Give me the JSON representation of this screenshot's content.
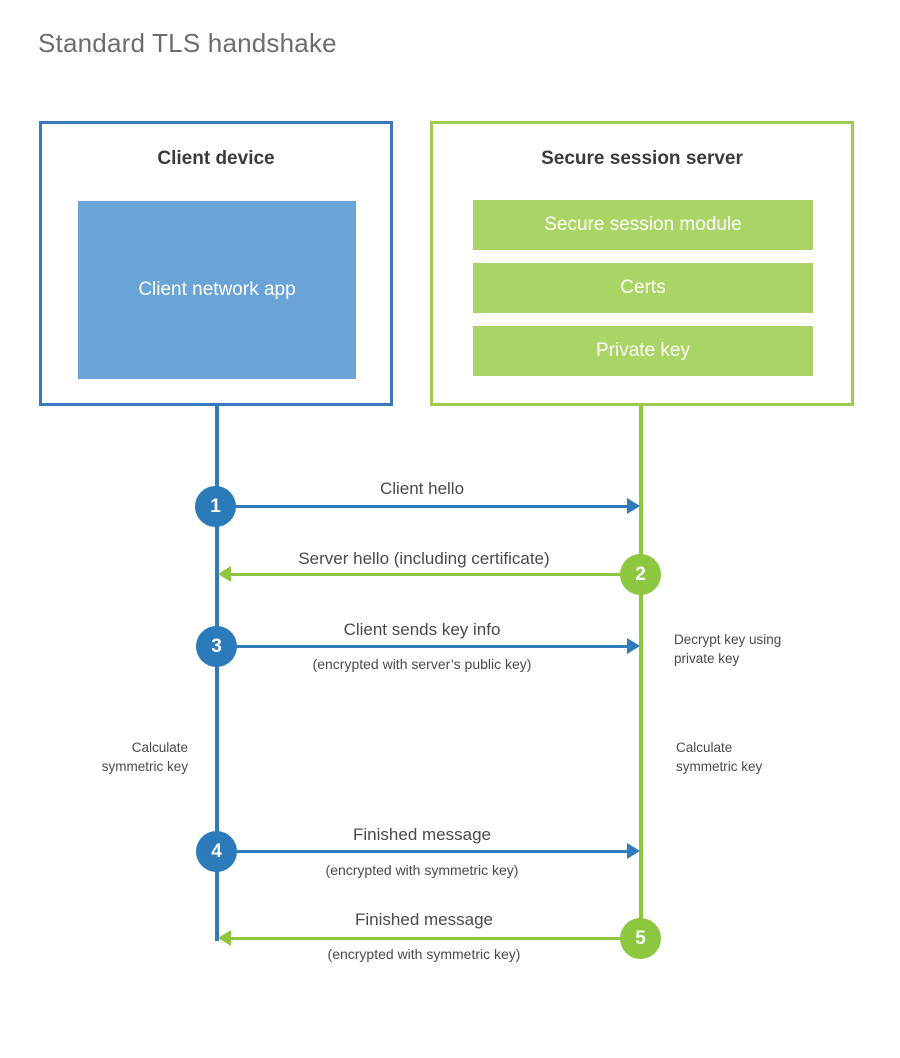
{
  "title": "Standard TLS handshake",
  "colors": {
    "client_border": "#3b78bd",
    "client_app_fill": "#6aa4d6",
    "server_border": "#9fcc50",
    "server_bar_fill": "#aad465",
    "client_line": "#2f7cbc",
    "server_line": "#8dc63f",
    "client_circle": "#2b7ab9",
    "server_circle": "#8dc63f",
    "title_text": "#6d6d6d",
    "body_text": "#4a4a4a",
    "heading_text": "#3b3b3b",
    "background": "#ffffff"
  },
  "client": {
    "heading": "Client device",
    "app_label": "Client network app"
  },
  "server": {
    "heading": "Secure session server",
    "components": [
      {
        "label": "Secure session module"
      },
      {
        "label": "Certs"
      },
      {
        "label": "Private key"
      }
    ]
  },
  "steps": [
    {
      "number": "1",
      "side": "client",
      "direction": "to-server",
      "label": "Client hello",
      "sublabel": ""
    },
    {
      "number": "2",
      "side": "server",
      "direction": "to-client",
      "label": "Server hello (including certificate)",
      "sublabel": ""
    },
    {
      "number": "3",
      "side": "client",
      "direction": "to-server",
      "label": "Client sends key info",
      "sublabel": "(encrypted with server’s public key)"
    },
    {
      "number": "4",
      "side": "client",
      "direction": "to-server",
      "label": "Finished message",
      "sublabel": "(encrypted with symmetric key)"
    },
    {
      "number": "5",
      "side": "server",
      "direction": "to-client",
      "label": "Finished message",
      "sublabel": "(encrypted with symmetric key)"
    }
  ],
  "notes": {
    "decrypt_key": "Decrypt key using\nprivate key",
    "client_calculate": "Calculate\nsymmetric key",
    "server_calculate": "Calculate\nsymmetric key"
  }
}
